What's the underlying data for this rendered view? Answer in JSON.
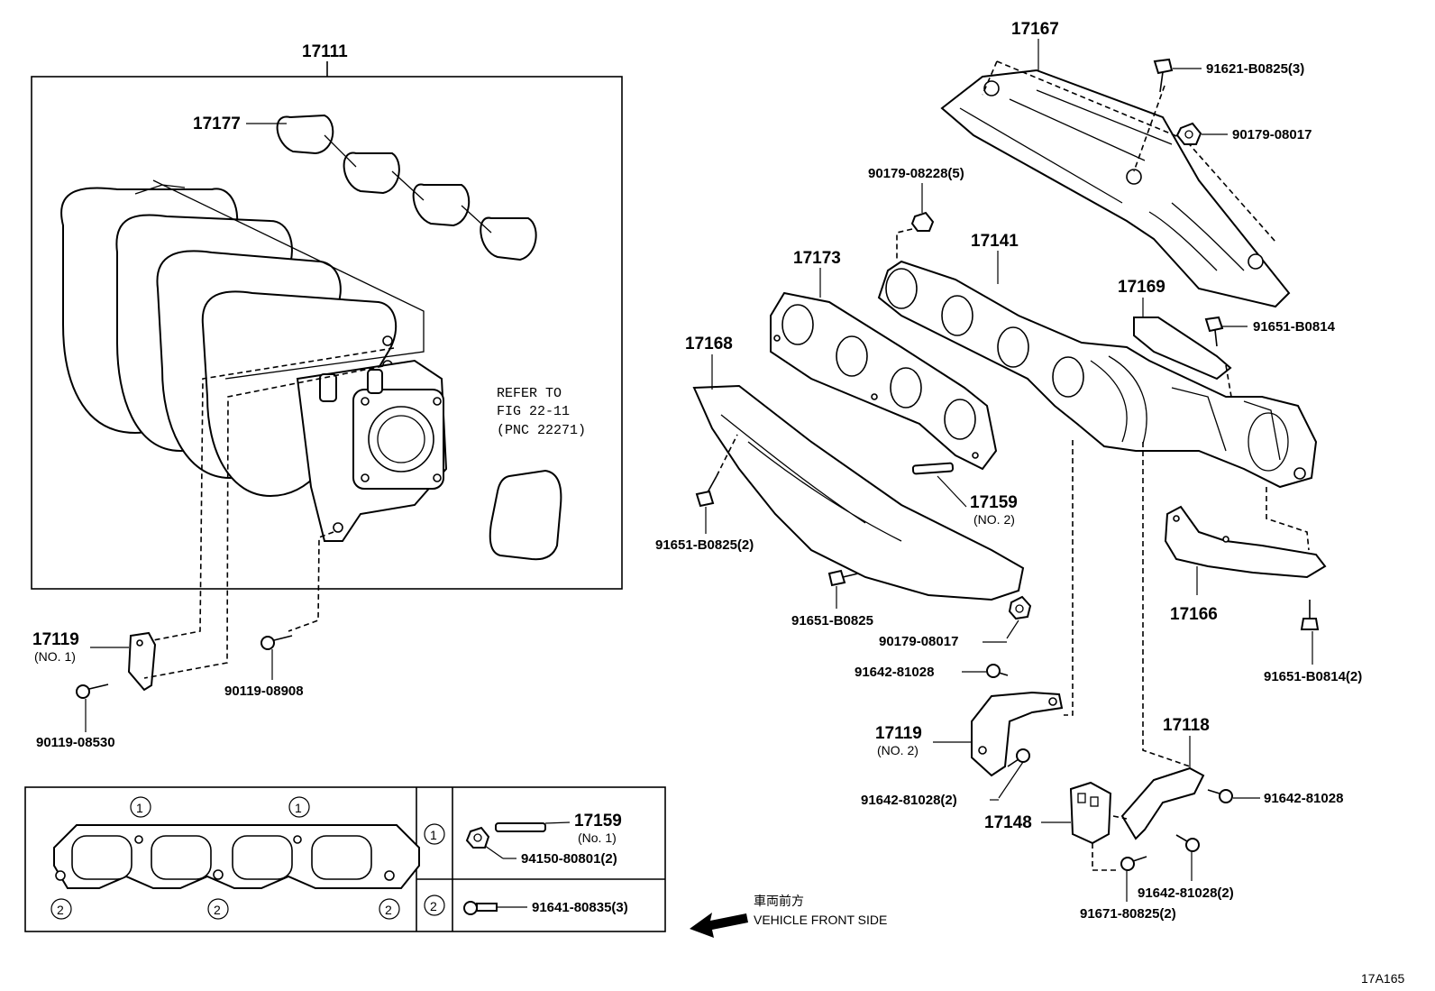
{
  "labels": {
    "p17111": "17111",
    "p17177": "17177",
    "refer_line1": "REFER TO",
    "refer_line2": "FIG 22-11",
    "refer_line3": "(PNC 22271)",
    "p17119_no1": "17119",
    "p17119_no1_sub": "(NO. 1)",
    "p90119_08530": "90119-08530",
    "p90119_08908": "90119-08908",
    "p17167": "17167",
    "p91621_b0825": "91621-B0825(3)",
    "p90179_08017_top": "90179-08017",
    "p90179_08228": "90179-08228(5)",
    "p17141": "17141",
    "p17173": "17173",
    "p17169": "17169",
    "p91651_b0814": "91651-B0814",
    "p17168": "17168",
    "p17159_no2": "17159",
    "p17159_no2_sub": "(NO. 2)",
    "p91651_b0825_2": "91651-B0825(2)",
    "p91651_b0825": "91651-B0825",
    "p90179_08017_bot": "90179-08017",
    "p17166": "17166",
    "p91651_b0814_2": "91651-B0814(2)",
    "p91642_81028_a": "91642-81028",
    "p17119_no2": "17119",
    "p17119_no2_sub": "(NO. 2)",
    "p91642_81028_2a": "91642-81028(2)",
    "p17118": "17118",
    "p91642_81028_b": "91642-81028",
    "p17148": "17148",
    "p91642_81028_2b": "91642-81028(2)",
    "p91671_80825": "91671-80825(2)"
  },
  "legend": {
    "circle1": "1",
    "circle2": "2",
    "p17159_no1": "17159",
    "p17159_no1_sub": "(No. 1)",
    "p94150_80801": "94150-80801(2)",
    "p91641_80835": "91641-80835(3)"
  },
  "direction": {
    "jp": "車両前方",
    "en": "VEHICLE FRONT SIDE"
  },
  "figure_id": "17A165"
}
